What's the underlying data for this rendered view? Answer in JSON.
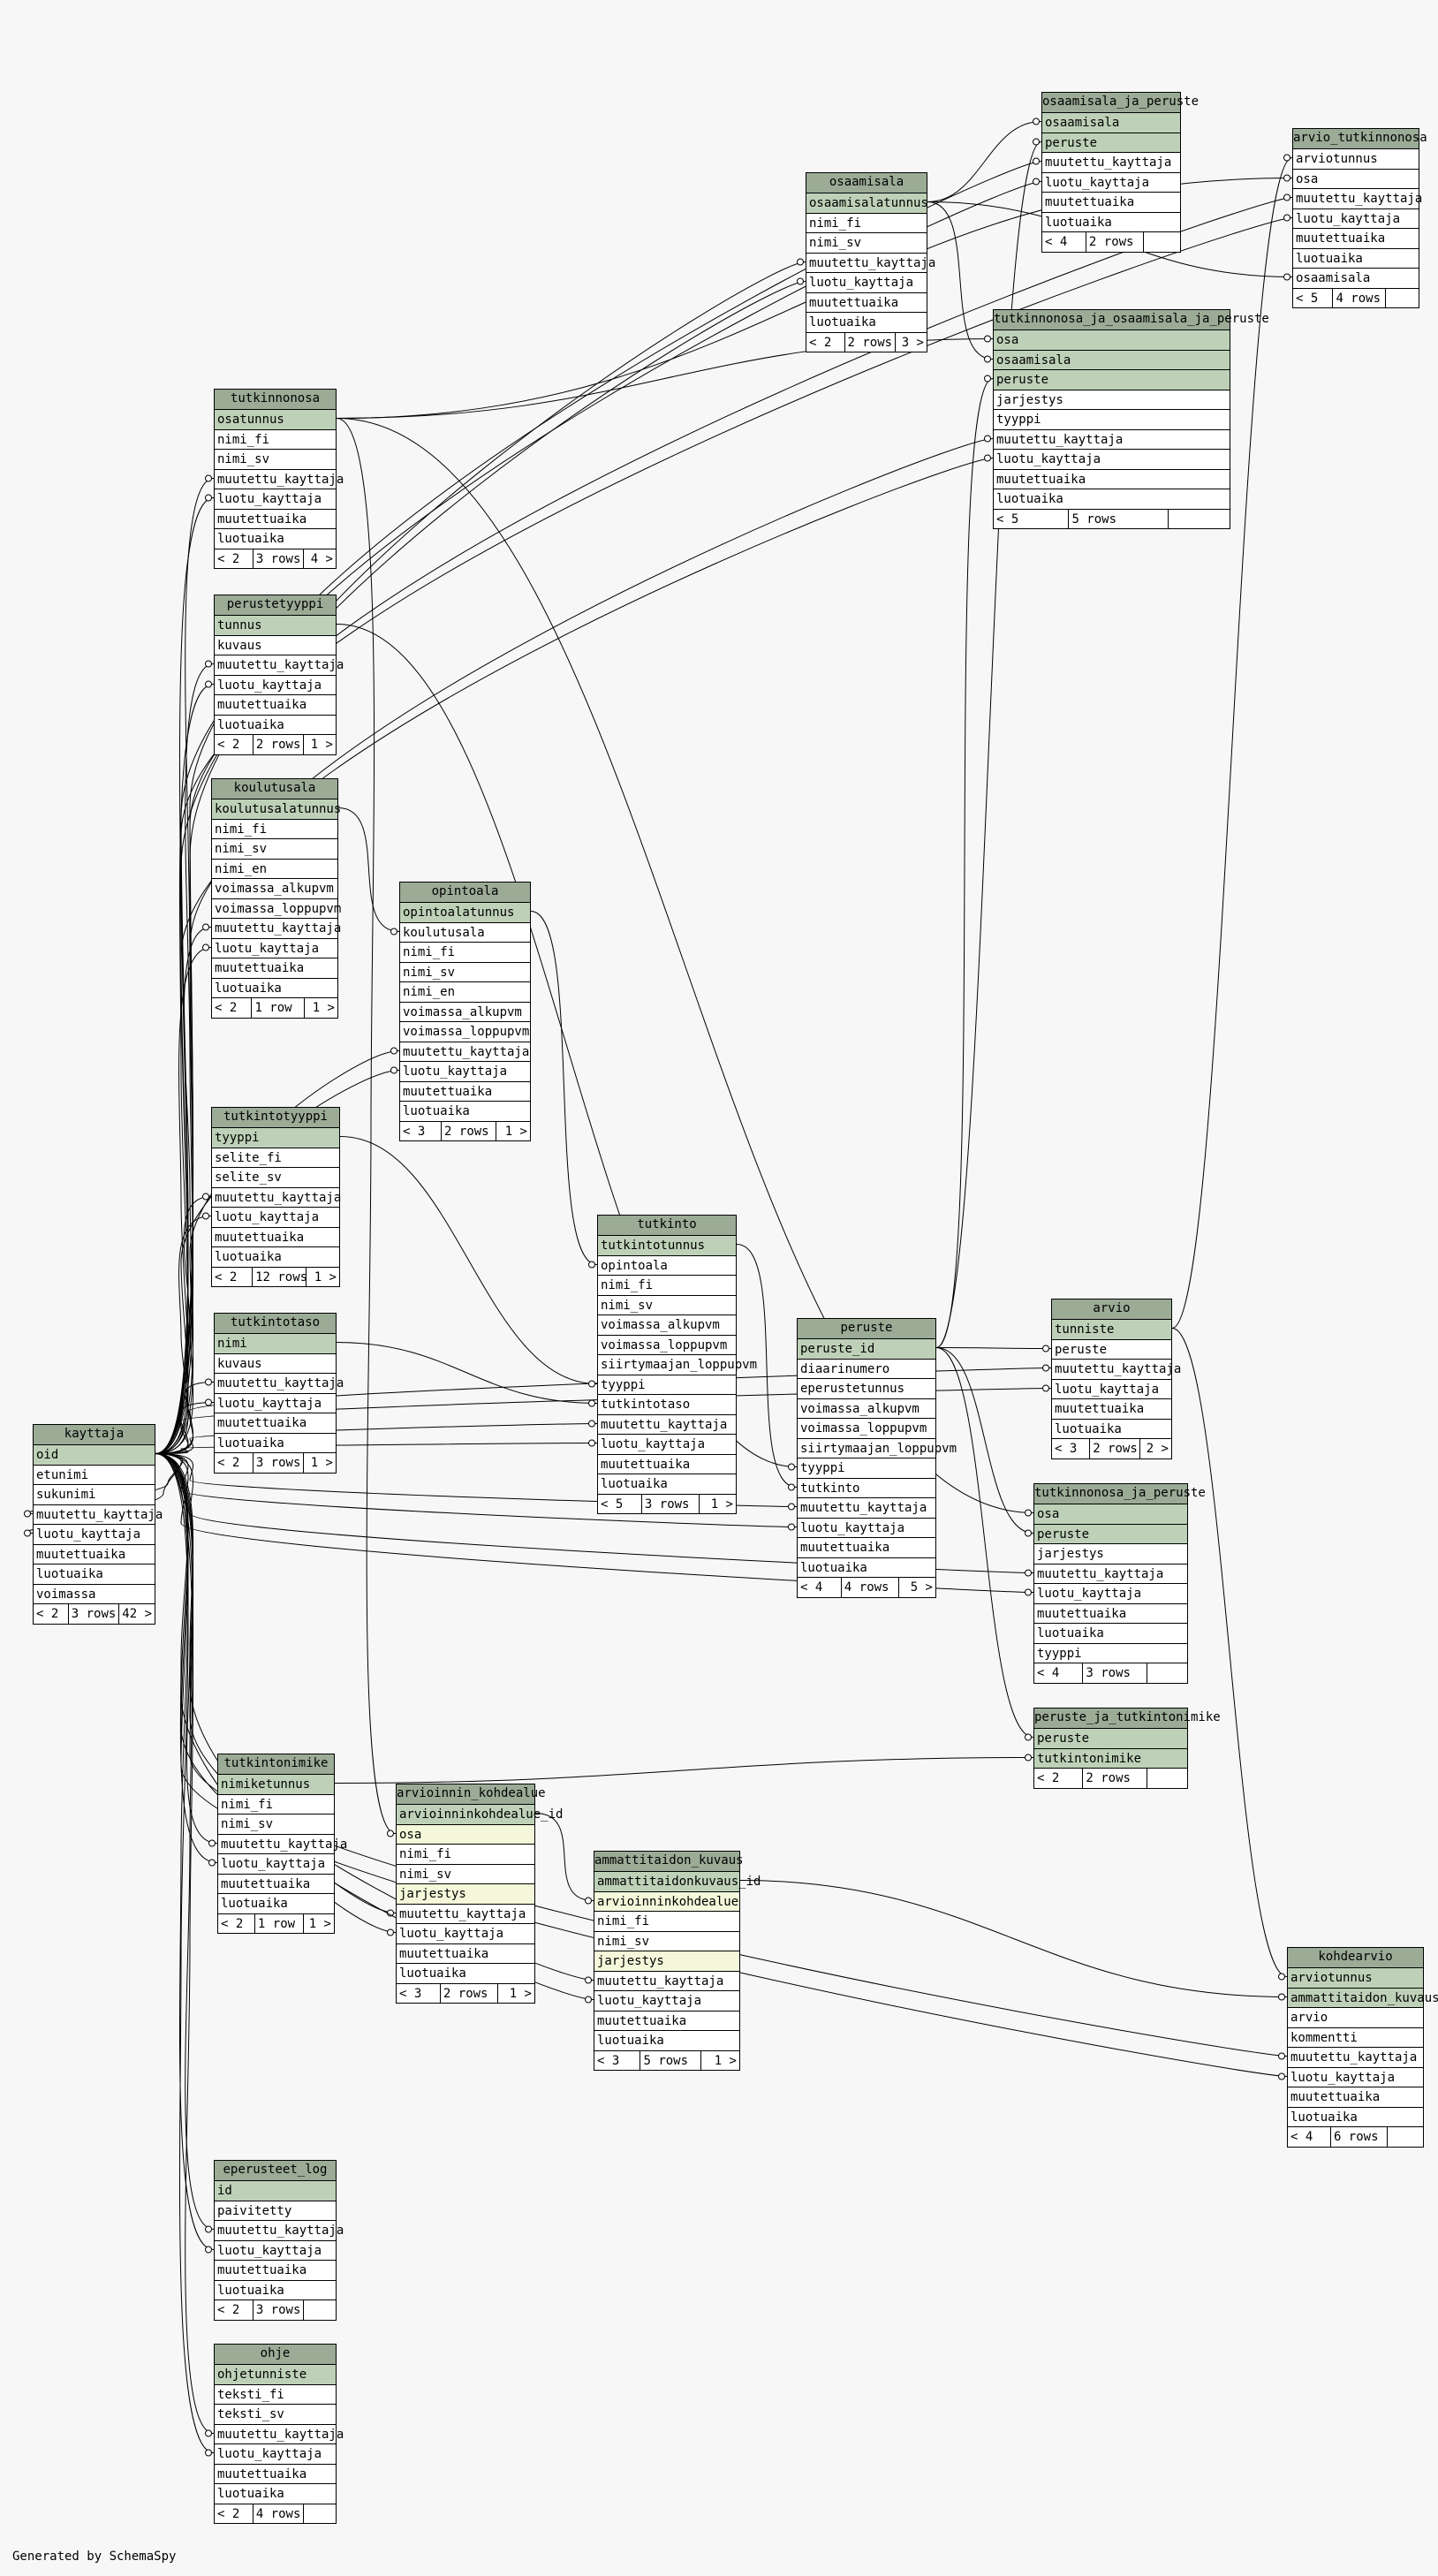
{
  "footer": "Generated by SchemaSpy",
  "tables": [
    {
      "name": "osaamisala_ja_peruste",
      "columns": [
        "osaamisala",
        "peruste",
        "muutettu_kayttaja",
        "luotu_kayttaja",
        "muutettuaika",
        "luotuaika"
      ],
      "pk": [
        "osaamisala",
        "peruste"
      ],
      "idx": [],
      "footer": [
        "< 4",
        "2 rows",
        ""
      ]
    },
    {
      "name": "arvio_tutkinnonosa",
      "columns": [
        "arviotunnus",
        "osa",
        "muutettu_kayttaja",
        "luotu_kayttaja",
        "muutettuaika",
        "luotuaika",
        "osaamisala"
      ],
      "pk": [],
      "idx": [],
      "footer": [
        "< 5",
        "4 rows",
        ""
      ]
    },
    {
      "name": "osaamisala",
      "columns": [
        "osaamisalatunnus",
        "nimi_fi",
        "nimi_sv",
        "muutettu_kayttaja",
        "luotu_kayttaja",
        "muutettuaika",
        "luotuaika"
      ],
      "pk": [
        "osaamisalatunnus"
      ],
      "idx": [],
      "footer": [
        "< 2",
        "2 rows",
        "3 >"
      ]
    },
    {
      "name": "tutkinnonosa_ja_osaamisala_ja_peruste",
      "columns": [
        "osa",
        "osaamisala",
        "peruste",
        "jarjestys",
        "tyyppi",
        "muutettu_kayttaja",
        "luotu_kayttaja",
        "muutettuaika",
        "luotuaika"
      ],
      "pk": [
        "osa",
        "osaamisala",
        "peruste"
      ],
      "idx": [],
      "footer": [
        "< 5",
        "5 rows",
        ""
      ]
    },
    {
      "name": "tutkinnonosa",
      "columns": [
        "osatunnus",
        "nimi_fi",
        "nimi_sv",
        "muutettu_kayttaja",
        "luotu_kayttaja",
        "muutettuaika",
        "luotuaika"
      ],
      "pk": [
        "osatunnus"
      ],
      "idx": [],
      "footer": [
        "< 2",
        "3 rows",
        "4 >"
      ]
    },
    {
      "name": "perustetyyppi",
      "columns": [
        "tunnus",
        "kuvaus",
        "muutettu_kayttaja",
        "luotu_kayttaja",
        "muutettuaika",
        "luotuaika"
      ],
      "pk": [
        "tunnus"
      ],
      "idx": [],
      "footer": [
        "< 2",
        "2 rows",
        "1 >"
      ]
    },
    {
      "name": "koulutusala",
      "columns": [
        "koulutusalatunnus",
        "nimi_fi",
        "nimi_sv",
        "nimi_en",
        "voimassa_alkupvm",
        "voimassa_loppupvm",
        "muutettu_kayttaja",
        "luotu_kayttaja",
        "muutettuaika",
        "luotuaika"
      ],
      "pk": [
        "koulutusalatunnus"
      ],
      "idx": [],
      "footer": [
        "< 2",
        "1 row",
        "1 >"
      ]
    },
    {
      "name": "opintoala",
      "columns": [
        "opintoalatunnus",
        "koulutusala",
        "nimi_fi",
        "nimi_sv",
        "nimi_en",
        "voimassa_alkupvm",
        "voimassa_loppupvm",
        "muutettu_kayttaja",
        "luotu_kayttaja",
        "muutettuaika",
        "luotuaika"
      ],
      "pk": [
        "opintoalatunnus"
      ],
      "idx": [],
      "footer": [
        "< 3",
        "2 rows",
        "1 >"
      ]
    },
    {
      "name": "tutkintotyyppi",
      "columns": [
        "tyyppi",
        "selite_fi",
        "selite_sv",
        "muutettu_kayttaja",
        "luotu_kayttaja",
        "muutettuaika",
        "luotuaika"
      ],
      "pk": [
        "tyyppi"
      ],
      "idx": [],
      "footer": [
        "< 2",
        "12 rows",
        "1 >"
      ]
    },
    {
      "name": "tutkinto",
      "columns": [
        "tutkintotunnus",
        "opintoala",
        "nimi_fi",
        "nimi_sv",
        "voimassa_alkupvm",
        "voimassa_loppupvm",
        "siirtymaajan_loppupvm",
        "tyyppi",
        "tutkintotaso",
        "muutettu_kayttaja",
        "luotu_kayttaja",
        "muutettuaika",
        "luotuaika"
      ],
      "pk": [
        "tutkintotunnus"
      ],
      "idx": [],
      "footer": [
        "< 5",
        "3 rows",
        "1 >"
      ]
    },
    {
      "name": "tutkintotaso",
      "columns": [
        "nimi",
        "kuvaus",
        "muutettu_kayttaja",
        "luotu_kayttaja",
        "muutettuaika",
        "luotuaika"
      ],
      "pk": [
        "nimi"
      ],
      "idx": [],
      "footer": [
        "< 2",
        "3 rows",
        "1 >"
      ]
    },
    {
      "name": "peruste",
      "columns": [
        "peruste_id",
        "diaarinumero",
        "eperustetunnus",
        "voimassa_alkupvm",
        "voimassa_loppupvm",
        "siirtymaajan_loppupvm",
        "tyyppi",
        "tutkinto",
        "muutettu_kayttaja",
        "luotu_kayttaja",
        "muutettuaika",
        "luotuaika"
      ],
      "pk": [
        "peruste_id"
      ],
      "idx": [],
      "footer": [
        "< 4",
        "4 rows",
        "5 >"
      ]
    },
    {
      "name": "arvio",
      "columns": [
        "tunniste",
        "peruste",
        "muutettu_kayttaja",
        "luotu_kayttaja",
        "muutettuaika",
        "luotuaika"
      ],
      "pk": [
        "tunniste"
      ],
      "idx": [],
      "footer": [
        "< 3",
        "2 rows",
        "2 >"
      ]
    },
    {
      "name": "kayttaja",
      "columns": [
        "oid",
        "etunimi",
        "sukunimi",
        "muutettu_kayttaja",
        "luotu_kayttaja",
        "muutettuaika",
        "luotuaika",
        "voimassa"
      ],
      "pk": [
        "oid"
      ],
      "idx": [],
      "footer": [
        "< 2",
        "3 rows",
        "42 >"
      ]
    },
    {
      "name": "tutkinnonosa_ja_peruste",
      "columns": [
        "osa",
        "peruste",
        "jarjestys",
        "muutettu_kayttaja",
        "luotu_kayttaja",
        "muutettuaika",
        "luotuaika",
        "tyyppi"
      ],
      "pk": [
        "osa",
        "peruste"
      ],
      "idx": [],
      "footer": [
        "< 4",
        "3 rows",
        ""
      ]
    },
    {
      "name": "peruste_ja_tutkintonimike",
      "columns": [
        "peruste",
        "tutkintonimike"
      ],
      "pk": [
        "peruste",
        "tutkintonimike"
      ],
      "idx": [],
      "footer": [
        "< 2",
        "2 rows",
        ""
      ]
    },
    {
      "name": "tutkintonimike",
      "columns": [
        "nimiketunnus",
        "nimi_fi",
        "nimi_sv",
        "muutettu_kayttaja",
        "luotu_kayttaja",
        "muutettuaika",
        "luotuaika"
      ],
      "pk": [
        "nimiketunnus"
      ],
      "idx": [],
      "footer": [
        "< 2",
        "1 row",
        "1 >"
      ]
    },
    {
      "name": "arvioinnin_kohdealue",
      "columns": [
        "arvioinninkohdealue_id",
        "osa",
        "nimi_fi",
        "nimi_sv",
        "jarjestys",
        "muutettu_kayttaja",
        "luotu_kayttaja",
        "muutettuaika",
        "luotuaika"
      ],
      "pk": [
        "arvioinninkohdealue_id"
      ],
      "idx": [
        "osa",
        "jarjestys"
      ],
      "footer": [
        "< 3",
        "2 rows",
        "1 >"
      ]
    },
    {
      "name": "ammattitaidon_kuvaus",
      "columns": [
        "ammattitaidonkuvaus_id",
        "arvioinninkohdealue",
        "nimi_fi",
        "nimi_sv",
        "jarjestys",
        "muutettu_kayttaja",
        "luotu_kayttaja",
        "muutettuaika",
        "luotuaika"
      ],
      "pk": [
        "ammattitaidonkuvaus_id"
      ],
      "idx": [
        "arvioinninkohdealue",
        "jarjestys"
      ],
      "footer": [
        "< 3",
        "5 rows",
        "1 >"
      ]
    },
    {
      "name": "kohdearvio",
      "columns": [
        "arviotunnus",
        "ammattitaidon_kuvaus",
        "arvio",
        "kommentti",
        "muutettu_kayttaja",
        "luotu_kayttaja",
        "muutettuaika",
        "luotuaika"
      ],
      "pk": [
        "arviotunnus",
        "ammattitaidon_kuvaus"
      ],
      "idx": [],
      "footer": [
        "< 4",
        "6 rows",
        ""
      ]
    },
    {
      "name": "eperusteet_log",
      "columns": [
        "id",
        "paivitetty",
        "muutettu_kayttaja",
        "luotu_kayttaja",
        "muutettuaika",
        "luotuaika"
      ],
      "pk": [
        "id"
      ],
      "idx": [],
      "footer": [
        "< 2",
        "3 rows",
        ""
      ]
    },
    {
      "name": "ohje",
      "columns": [
        "ohjetunniste",
        "teksti_fi",
        "teksti_sv",
        "muutettu_kayttaja",
        "luotu_kayttaja",
        "muutettuaika",
        "luotuaika"
      ],
      "pk": [
        "ohjetunniste"
      ],
      "idx": [],
      "footer": [
        "< 2",
        "4 rows",
        ""
      ]
    }
  ]
}
